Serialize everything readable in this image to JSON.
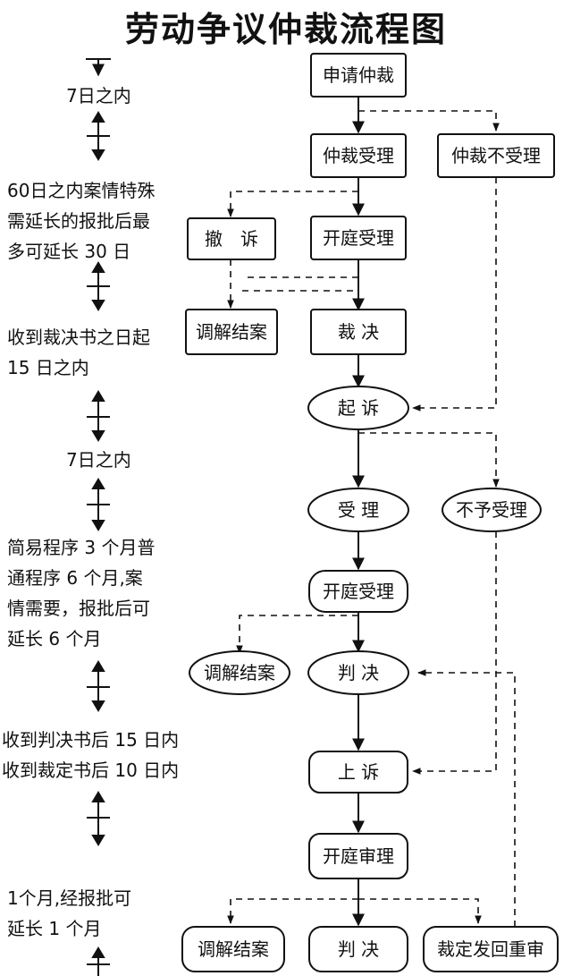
{
  "title": "劳动争议仲裁流程图",
  "nodes": {
    "apply": "申请仲裁",
    "accept": "仲裁受理",
    "reject": "仲裁不受理",
    "withdraw": "撤　诉",
    "hearing1": "开庭受理",
    "mediation1": "调解结案",
    "award": "裁 决",
    "sue": "起 诉",
    "court_accept": "受 理",
    "court_reject": "不予受理",
    "hearing2": "开庭受理",
    "mediation2": "调解结案",
    "judgment1": "判 决",
    "appeal": "上 诉",
    "trial2": "开庭审理",
    "mediation3": "调解结案",
    "judgment2": "判 决",
    "remand": "裁定发回重审"
  },
  "notes": {
    "n1": "7日之内",
    "n2": "60日之内案情特殊\n需延长的报批后最\n多可延长 30 日",
    "n3": "收到裁决书之日起\n15 日之内",
    "n4": "7日之内",
    "n5": "简易程序 3 个月普\n通程序 6 个月,案\n情需要，报批后可\n延长 6 个月",
    "n6": "收到判决书后 15 日内\n收到裁定书后 10 日内",
    "n7": "1个月,经报批可\n延长 1 个月"
  },
  "colors": {
    "line": "#111111",
    "background": "#ffffff"
  }
}
